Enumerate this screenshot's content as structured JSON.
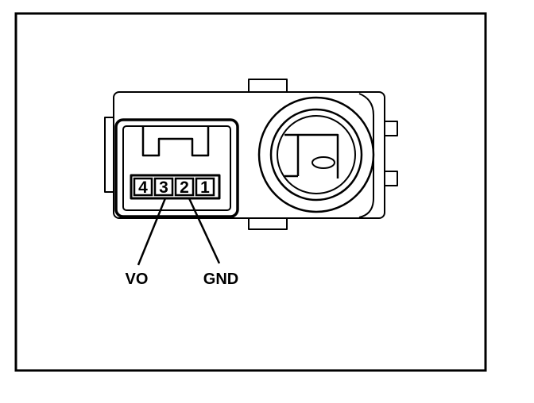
{
  "connector": {
    "pins": [
      {
        "number": "4"
      },
      {
        "number": "3"
      },
      {
        "number": "2"
      },
      {
        "number": "1"
      }
    ],
    "callouts": [
      {
        "label": "VO",
        "pin": "3"
      },
      {
        "label": "GND",
        "pin": "2"
      }
    ]
  },
  "colors": {
    "stroke": "#000000",
    "background": "#ffffff"
  }
}
